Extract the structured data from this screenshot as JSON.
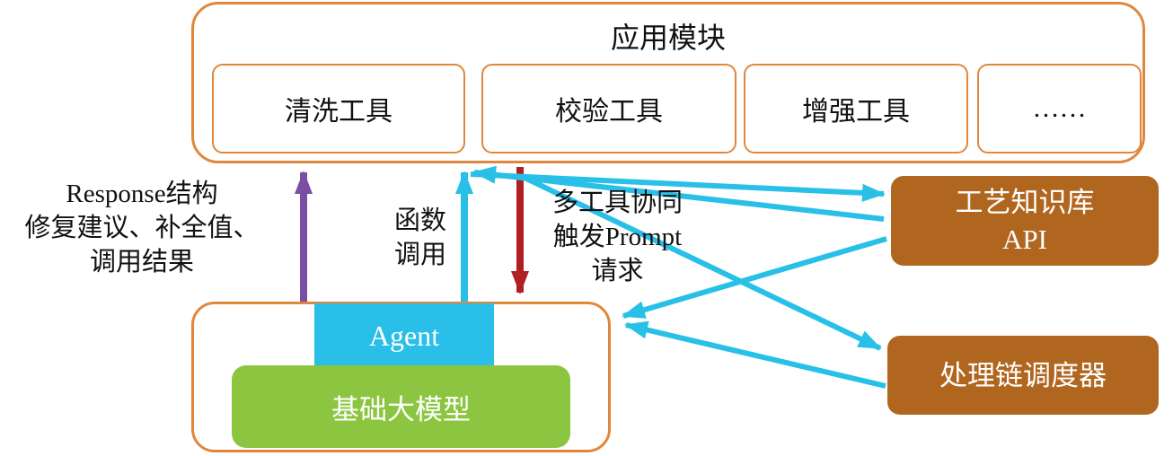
{
  "app_module": {
    "title": "应用模块",
    "tools": [
      "清洗工具",
      "校验工具",
      "增强工具",
      "……"
    ]
  },
  "agent_stack": {
    "agent": "Agent",
    "base_model": "基础大模型"
  },
  "services": {
    "knowledge_api_line1": "工艺知识库",
    "knowledge_api_line2": "API",
    "scheduler": "处理链调度器"
  },
  "annotations": {
    "response_lines": [
      "Response结构",
      "修复建议、补全值、",
      "调用结果"
    ],
    "function_call_lines": [
      "函数",
      "调用"
    ],
    "prompt_lines": [
      "多工具协同",
      "触发Prompt",
      "请求"
    ]
  },
  "colors": {
    "container_border": "#E0873C",
    "agent_fill": "#29BFE8",
    "base_model_fill": "#8CC540",
    "service_fill": "#B0661F",
    "arrow_cyan": "#29C0E8",
    "arrow_purple": "#7B4EA3",
    "arrow_red": "#B01F24",
    "text_dark": "#111111",
    "text_light": "#FFFFFF"
  }
}
